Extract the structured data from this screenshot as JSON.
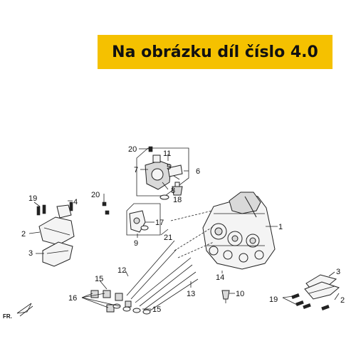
{
  "banner": {
    "text": "Na obrázku díl číslo 4.0"
  },
  "labels": {
    "l1": "1",
    "l2a": "2",
    "l2b": "2",
    "l3a": "3",
    "l3b": "3",
    "l4": "4",
    "l5": "5",
    "l6": "6",
    "l7": "7",
    "l8": "8",
    "l9": "9",
    "l10": "10",
    "l11": "11",
    "l12": "12",
    "l13": "13",
    "l14": "14",
    "l15a": "15",
    "l15b": "15",
    "l16": "16",
    "l17": "17",
    "l18": "18",
    "l19a": "19",
    "l19b": "19",
    "l20a": "20",
    "l20b": "20",
    "l21": "21",
    "fr": "FR."
  },
  "colors": {
    "banner": "#f5c100",
    "ink": "#222222"
  }
}
